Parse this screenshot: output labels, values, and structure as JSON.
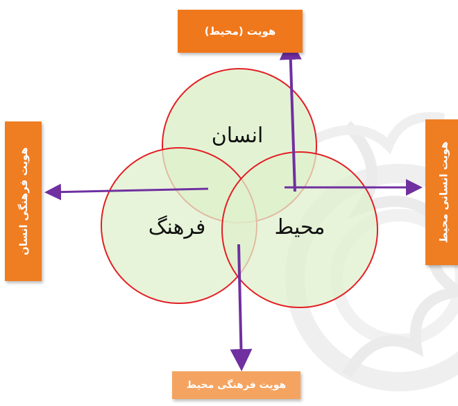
{
  "colors": {
    "circle_fill": "#dff0cc",
    "circle_stroke": "#e31e24",
    "arrow": "#7030a0",
    "box_top_fill": "#f0781c",
    "box_bottom_fill": "#f4a460",
    "box_side_fill": "#ef7d22",
    "watermark": "#d9d9d9"
  },
  "circles": {
    "human": "انسان",
    "culture": "فرهنگ",
    "environment": "محیط"
  },
  "boxes": {
    "top": "هویت (محیط)",
    "bottom": "هویت فرهنگی محیط",
    "left": "هویت فرهنگی انسان",
    "right": "هویت انسانی محیط"
  }
}
